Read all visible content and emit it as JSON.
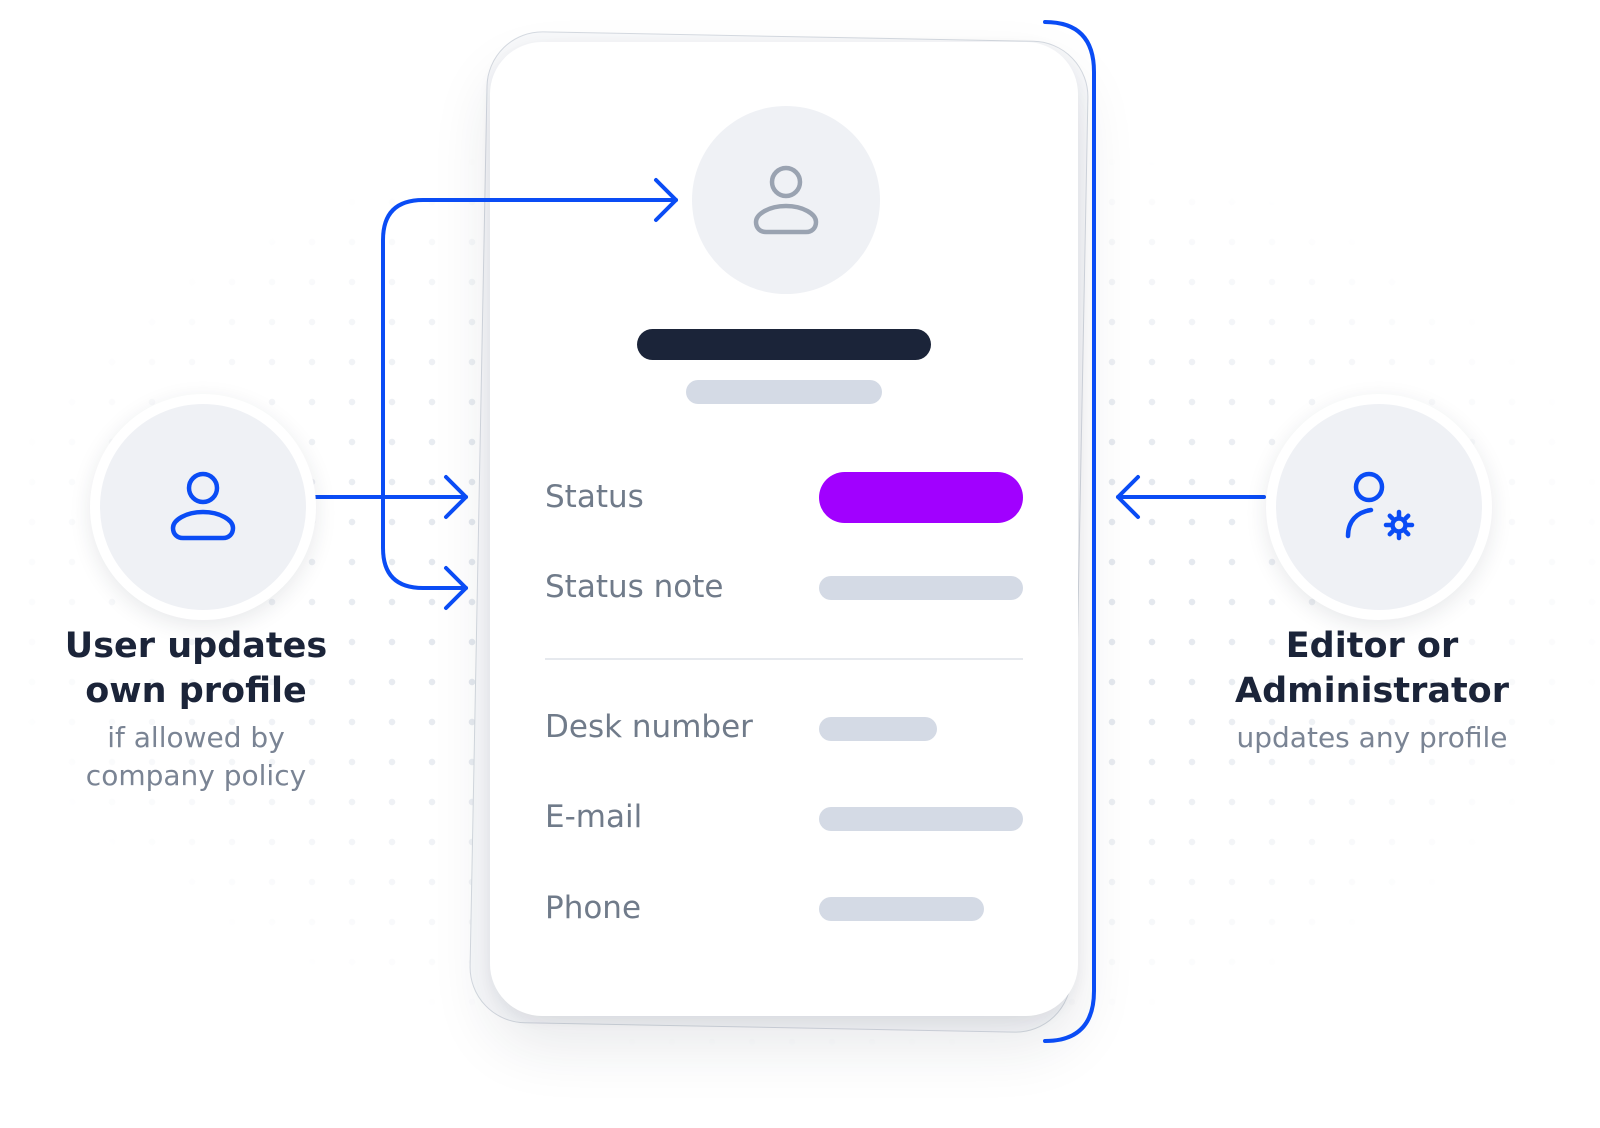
{
  "profile_card": {
    "fields": [
      {
        "label": "Status"
      },
      {
        "label": "Status note"
      },
      {
        "label": "Desk number"
      },
      {
        "label": "E-mail"
      },
      {
        "label": "Phone"
      }
    ]
  },
  "left_actor": {
    "title_line1": "User updates",
    "title_line2": "own profile",
    "note_line1": "if allowed by",
    "note_line2": "company policy",
    "icon": "user-icon"
  },
  "right_actor": {
    "title_line1": "Editor or",
    "title_line2": "Administrator",
    "note_line1": "updates any profile",
    "icon": "user-gear-icon"
  },
  "colors": {
    "accent_blue": "#0a4cf5",
    "status_purple": "#a100ff",
    "name_dark": "#1b2439",
    "placeholder_gray": "#d4dae5"
  }
}
